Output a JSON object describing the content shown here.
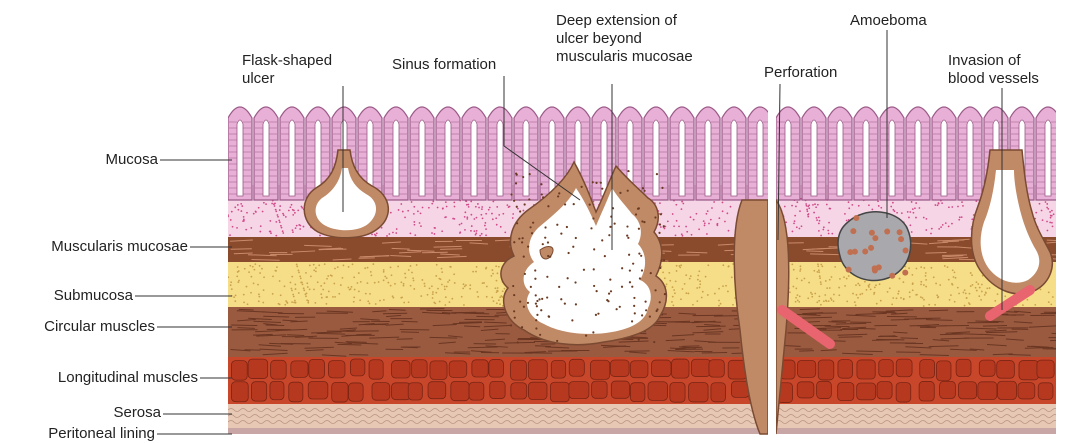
{
  "colors": {
    "mucosa_fill": "#e8b0d6",
    "mucosa_stroke": "#9a5a88",
    "lamina": "#f6d6e6",
    "muscularis_mucosae": "#8a4a2c",
    "submucosa": "#f6dd88",
    "circular_muscle": "#9a5a40",
    "longitudinal_muscle": "#c8472a",
    "serosa": "#e7c8b4",
    "peritoneal": "#c9a6a6",
    "ulcer_wall": "#c08a66",
    "amoeboma": "#a9a8ad",
    "vessel": "#e8646e"
  },
  "left_labels": {
    "mucosa": "Mucosa",
    "muscularis_mucosae": "Muscularis mucosae",
    "submucosa": "Submucosa",
    "circular_muscles": "Circular muscles",
    "longitudinal_muscles": "Longitudinal muscles",
    "serosa": "Serosa",
    "peritoneal_lining": "Peritoneal lining"
  },
  "top_labels": {
    "flask_shaped_ulcer": "Flask-shaped\nulcer",
    "sinus_formation": "Sinus formation",
    "deep_extension": "Deep extension of\nulcer beyond\nmuscularis mucosae",
    "perforation": "Perforation",
    "amoeboma": "Amoeboma",
    "invasion": "Invasion of\nblood vessels"
  }
}
